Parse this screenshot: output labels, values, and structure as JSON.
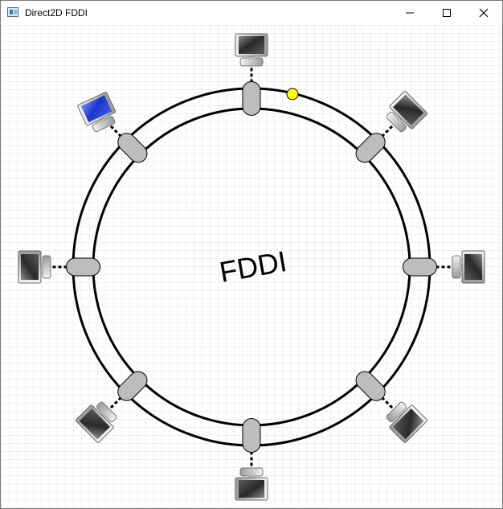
{
  "window": {
    "title": "Direct2D FDDI",
    "icon": "app-window-icon"
  },
  "controls": {
    "minimize": "minimize-icon",
    "maximize": "maximize-icon",
    "close": "close-icon"
  },
  "ring": {
    "label": "FDDI",
    "nodes": [
      {
        "id": "top",
        "state": "idle"
      },
      {
        "id": "top-right",
        "state": "idle"
      },
      {
        "id": "right",
        "state": "idle"
      },
      {
        "id": "bottom-right",
        "state": "idle"
      },
      {
        "id": "bottom",
        "state": "idle"
      },
      {
        "id": "bottom-left",
        "state": "idle"
      },
      {
        "id": "left",
        "state": "idle"
      },
      {
        "id": "top-left",
        "state": "active"
      }
    ],
    "colors": {
      "background": "#ffffff",
      "ring_stroke": "#000000",
      "connector_fill": "#bdbdbd",
      "token": "#ffff00",
      "active_screen": "#1a36c9",
      "idle_screen": "#3a3a3a"
    }
  }
}
